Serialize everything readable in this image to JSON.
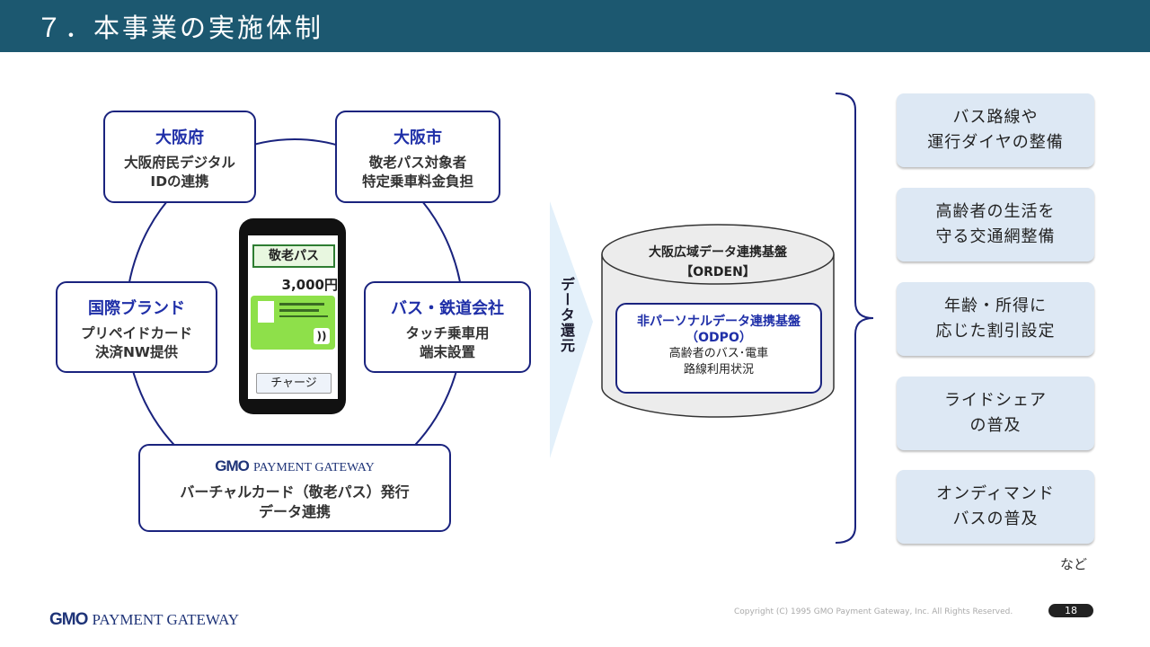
{
  "slide": {
    "title": "７．本事業の実施体制",
    "page_number": "18",
    "copyright": "Copyright (C) 1995 GMO Payment Gateway, Inc. All Rights Reserved.",
    "logo": {
      "bold": "GMO",
      "rest": "PAYMENT GATEWAY"
    }
  },
  "colors": {
    "title_bar": "#1c5870",
    "node_border": "#1a237e",
    "node_title": "#1f2fa8",
    "benefit_bg": "#dde8f4"
  },
  "nodes": {
    "osaka_pref": {
      "title": "大阪府",
      "body": "大阪府民デジタル\nIDの連携"
    },
    "osaka_city": {
      "title": "大阪市",
      "body": "敬老パス対象者\n特定乗車料金負担"
    },
    "brand": {
      "title": "国際ブランド",
      "body": "プリペイドカード\n決済NW提供"
    },
    "transit": {
      "title": "バス・鉄道会社",
      "body": "タッチ乗車用\n端末設置"
    },
    "gmo": {
      "logo_bold": "GMO",
      "logo_rest": "PAYMENT GATEWAY",
      "body": "バーチャルカード（敬老パス）発行\nデータ連携"
    }
  },
  "phone": {
    "pass_label": "敬老パス",
    "amount": "3,000円",
    "charge_button": "チャージ",
    "icon": "nfc-icon"
  },
  "data_return": "データ還元",
  "platform": {
    "title": "大阪広域データ連携基盤",
    "subtitle": "【ORDEN】",
    "inner_title": "非パーソナルデータ連携基盤",
    "inner_subtitle": "（ODPO）",
    "inner_body": "高齢者のバス･電車\n路線利用状況"
  },
  "benefits": [
    "バス路線や\n運行ダイヤの整備",
    "高齢者の生活を\n守る交通網整備",
    "年齢・所得に\n応じた割引設定",
    "ライドシェア\nの普及",
    "オンディマンド\nバスの普及"
  ],
  "etc": "など"
}
